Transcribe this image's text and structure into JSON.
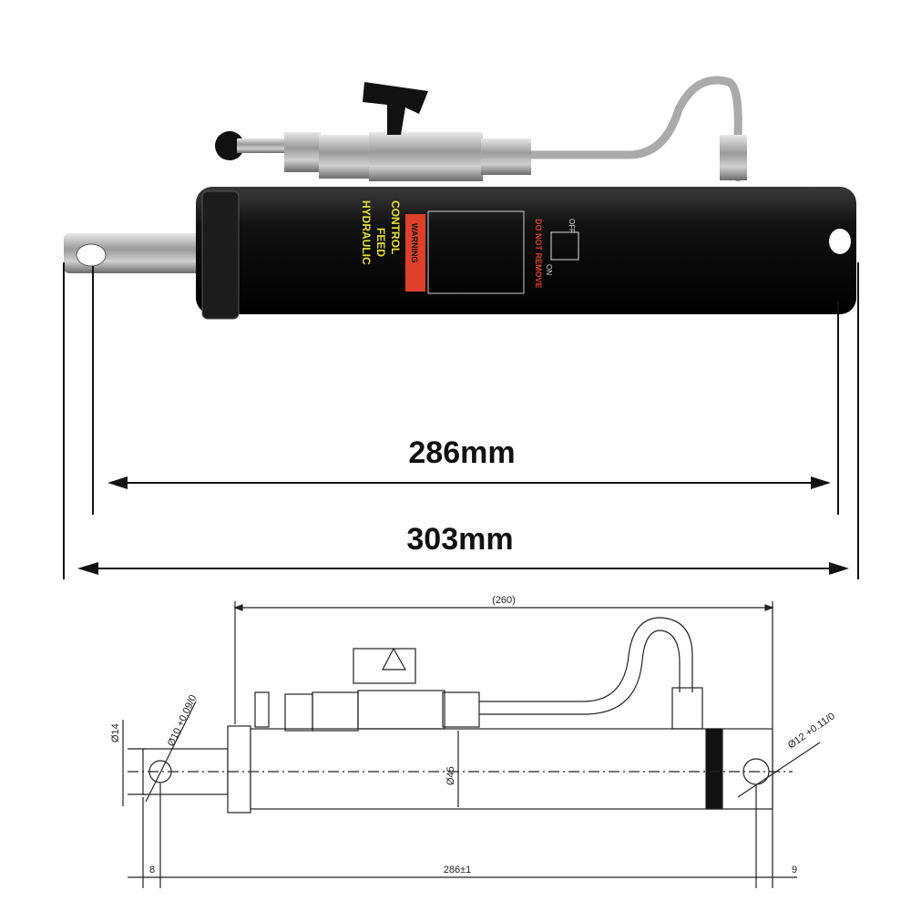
{
  "photo": {
    "label_lines": [
      "CONTROL",
      "FEED",
      "HYDRAULIC"
    ],
    "warning": "WARNING",
    "do_not_remove": "DO NOT REMOVE",
    "on": "ON",
    "off": "OFF"
  },
  "dimensions": {
    "inner_length": "286mm",
    "overall_length": "303mm"
  },
  "drawing": {
    "top_dim": "(260)",
    "left_offset": "8",
    "center_length": "286±1",
    "right_offset": "9",
    "rod_dia": "Ø14",
    "body_dia": "Ø45",
    "left_hole": "Ø10 +0.09/0",
    "right_hole": "Ø12 +0.11/0"
  },
  "colors": {
    "body": "#111111",
    "chrome": "#b8b8b8",
    "warning": "#e0402a",
    "label": "#e8e030"
  }
}
